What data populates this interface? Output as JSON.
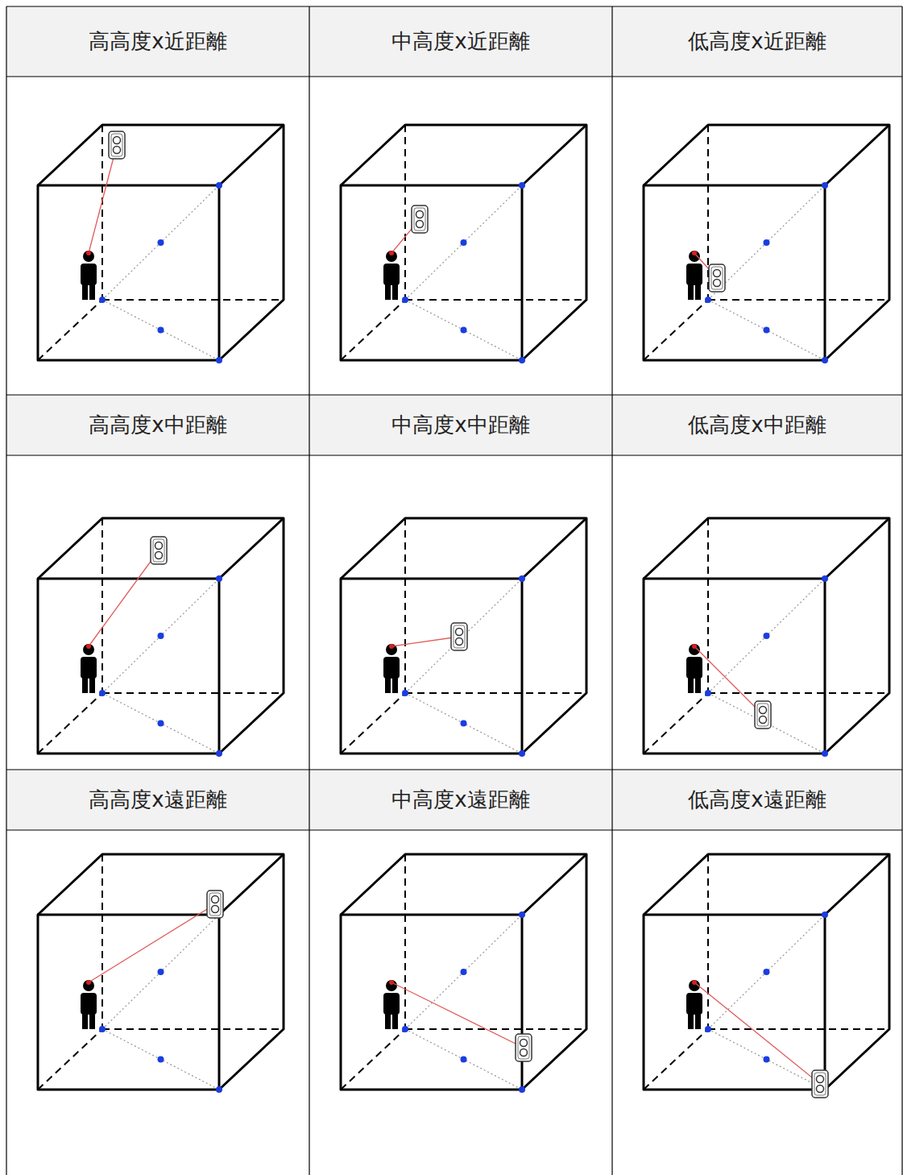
{
  "diagram": {
    "labels": [
      "高高度x近距離",
      "中高度x近距離",
      "低高度x近距離",
      "高高度x中距離",
      "中高度x中距離",
      "低高度x中距離",
      "高高度x遠距離",
      "中高度x遠距離",
      "低高度x遠距離"
    ]
  }
}
